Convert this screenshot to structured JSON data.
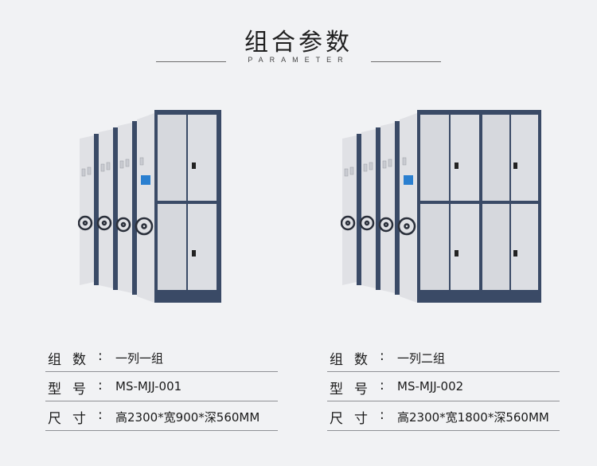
{
  "header": {
    "title": "组合参数",
    "subtitle": "PARAMETER"
  },
  "products": [
    {
      "specs": [
        {
          "label": "组数",
          "value": "一列一组"
        },
        {
          "label": "型号",
          "value": "MS-MJJ-001"
        },
        {
          "label": "尺寸",
          "value": "高2300*宽900*深560MM"
        }
      ]
    },
    {
      "specs": [
        {
          "label": "组数",
          "value": "一列二组"
        },
        {
          "label": "型号",
          "value": "MS-MJJ-002"
        },
        {
          "label": "尺寸",
          "value": "高2300*宽1800*深560MM"
        }
      ]
    }
  ],
  "colors": {
    "frame": "#3a4a66",
    "panel": "#e3e4e8",
    "door": "#d6d8dd",
    "background": "#f1f2f4"
  }
}
